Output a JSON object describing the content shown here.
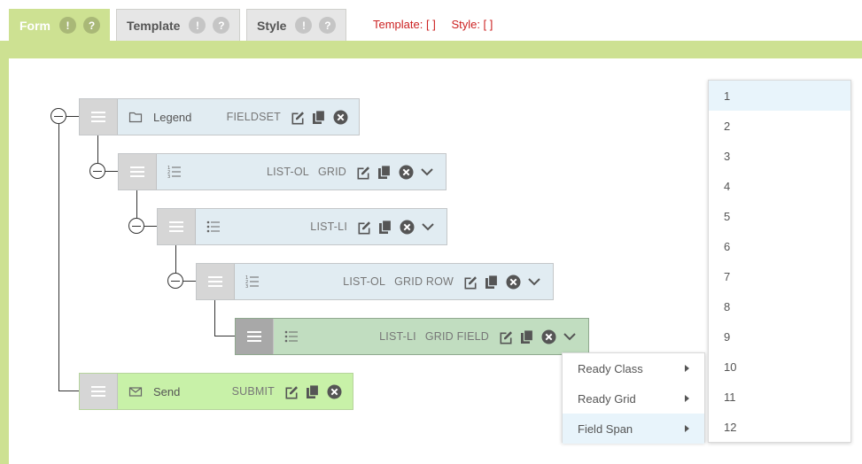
{
  "tabs": [
    {
      "label": "Form",
      "active": true
    },
    {
      "label": "Template",
      "active": false
    },
    {
      "label": "Style",
      "active": false
    }
  ],
  "tab_badges": {
    "warn": "!",
    "help": "?"
  },
  "status": {
    "template": "Template: [  ]",
    "style": "Style: [  ]"
  },
  "nodes": [
    {
      "id": "legend",
      "label": "Legend",
      "type1": "FIELDSET",
      "type2": "",
      "icon": "folder-icon"
    },
    {
      "id": "list-ol-grid",
      "label": "",
      "type1": "LIST-OL",
      "type2": "GRID",
      "icon": "ordered-list-icon"
    },
    {
      "id": "list-li",
      "label": "",
      "type1": "LIST-LI",
      "type2": "",
      "icon": "unordered-list-icon"
    },
    {
      "id": "list-ol-grid-row",
      "label": "",
      "type1": "LIST-OL",
      "type2": "GRID ROW",
      "icon": "ordered-list-icon"
    },
    {
      "id": "list-li-grid-field",
      "label": "",
      "type1": "LIST-LI",
      "type2": "GRID FIELD",
      "icon": "unordered-list-icon"
    },
    {
      "id": "send",
      "label": "Send",
      "type1": "SUBMIT",
      "type2": "",
      "icon": "envelope-icon"
    }
  ],
  "context_menu": {
    "items": [
      "Ready Class",
      "Ready Grid",
      "Field Span"
    ],
    "highlighted": "Field Span"
  },
  "span_options": {
    "items": [
      "1",
      "2",
      "3",
      "4",
      "5",
      "6",
      "7",
      "8",
      "9",
      "10",
      "11",
      "12"
    ],
    "highlighted": "1"
  },
  "colors": {
    "accent_green": "#cde192",
    "node_blue": "#e1ecf2",
    "node_green": "#c8f1a8",
    "node_active": "#c1ddc0",
    "status_red": "#cc2222",
    "menu_highlight": "#e8f4fb"
  }
}
